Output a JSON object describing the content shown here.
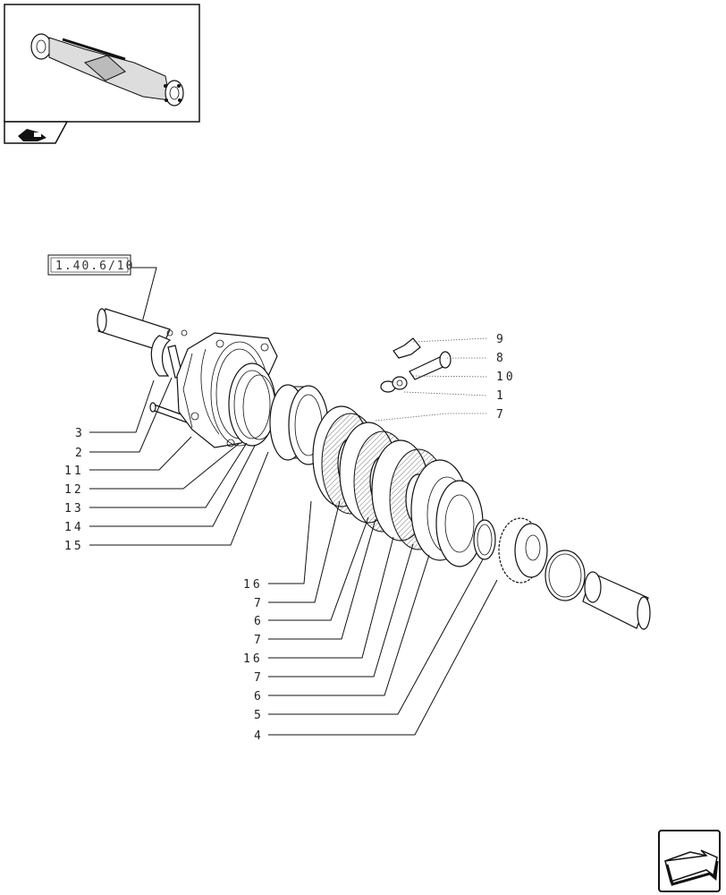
{
  "reference_box": {
    "text": "1.40.6/10"
  },
  "labels_left": [
    "3",
    "2",
    "11",
    "12",
    "13",
    "14",
    "15"
  ],
  "labels_bottom": [
    "16",
    "7",
    "6",
    "7",
    "16",
    "7",
    "6",
    "5",
    "4"
  ],
  "labels_right": [
    "9",
    "8",
    "10",
    "1",
    "7"
  ],
  "icons": {
    "thumbnail": "axle-thumbnail-icon",
    "tab": "tractor-tab-icon",
    "nav": "next-page-arrow-icon"
  }
}
